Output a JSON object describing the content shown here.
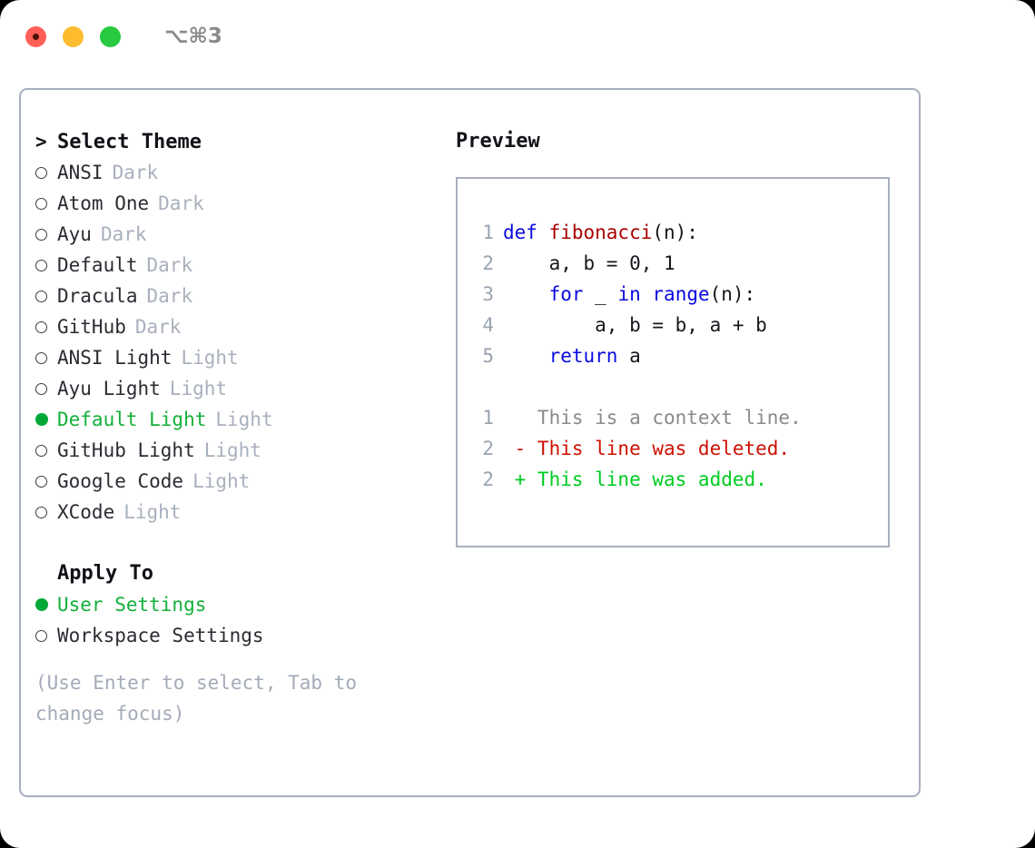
{
  "window": {
    "traffic_lights": [
      "close",
      "minimize",
      "maximize"
    ],
    "shortcut": "⌥⌘3",
    "colors": {
      "close": "#ff5f57",
      "minimize": "#fdbc2e",
      "maximize": "#27c93f",
      "selected_green": "#00a838",
      "border": "#a7aebe",
      "muted": "#a9b0bd"
    }
  },
  "theme_panel": {
    "header": {
      "marker": ">",
      "label": "Select Theme"
    },
    "items": [
      {
        "marker": "○",
        "label": "ANSI",
        "suffix": "Dark",
        "selected": false
      },
      {
        "marker": "○",
        "label": "Atom One",
        "suffix": "Dark",
        "selected": false
      },
      {
        "marker": "○",
        "label": "Ayu",
        "suffix": "Dark",
        "selected": false
      },
      {
        "marker": "○",
        "label": "Default",
        "suffix": "Dark",
        "selected": false
      },
      {
        "marker": "○",
        "label": "Dracula",
        "suffix": "Dark",
        "selected": false
      },
      {
        "marker": "○",
        "label": "GitHub",
        "suffix": "Dark",
        "selected": false
      },
      {
        "marker": "○",
        "label": "ANSI Light",
        "suffix": "Light",
        "selected": false
      },
      {
        "marker": "○",
        "label": "Ayu Light",
        "suffix": "Light",
        "selected": false
      },
      {
        "marker": "●",
        "label": "Default Light",
        "suffix": "Light",
        "selected": true
      },
      {
        "marker": "○",
        "label": "GitHub Light",
        "suffix": "Light",
        "selected": false
      },
      {
        "marker": "○",
        "label": "Google Code",
        "suffix": "Light",
        "selected": false
      },
      {
        "marker": "○",
        "label": "XCode",
        "suffix": "Light",
        "selected": false
      }
    ]
  },
  "apply_to": {
    "header": "Apply To",
    "items": [
      {
        "marker": "●",
        "label": "User Settings",
        "selected": true
      },
      {
        "marker": "○",
        "label": "Workspace Settings",
        "selected": false
      }
    ]
  },
  "hint": "(Use Enter to select, Tab to change focus)",
  "preview": {
    "title": "Preview",
    "code_lines": [
      {
        "no": "1",
        "tokens": [
          {
            "t": "def ",
            "c": "kw"
          },
          {
            "t": "fibonacci",
            "c": "fn"
          },
          {
            "t": "(n):",
            "c": "plain"
          }
        ]
      },
      {
        "no": "2",
        "tokens": [
          {
            "t": "    a, b = 0, 1",
            "c": "plain"
          }
        ]
      },
      {
        "no": "3",
        "tokens": [
          {
            "t": "    ",
            "c": "plain"
          },
          {
            "t": "for",
            "c": "kw"
          },
          {
            "t": " _ ",
            "c": "plain"
          },
          {
            "t": "in",
            "c": "kw"
          },
          {
            "t": " ",
            "c": "plain"
          },
          {
            "t": "range",
            "c": "kw"
          },
          {
            "t": "(n):",
            "c": "plain"
          }
        ]
      },
      {
        "no": "4",
        "tokens": [
          {
            "t": "        a, b = b, a + b",
            "c": "plain"
          }
        ]
      },
      {
        "no": "5",
        "tokens": [
          {
            "t": "    ",
            "c": "plain"
          },
          {
            "t": "return",
            "c": "kw"
          },
          {
            "t": " a",
            "c": "plain"
          }
        ]
      }
    ],
    "diff_lines": [
      {
        "no": "1",
        "tokens": [
          {
            "t": "   This is a context line.",
            "c": "ctx"
          }
        ]
      },
      {
        "no": "2",
        "tokens": [
          {
            "t": " - This line was deleted.",
            "c": "del"
          }
        ]
      },
      {
        "no": "2",
        "tokens": [
          {
            "t": " + This line was added.",
            "c": "add"
          }
        ]
      }
    ]
  }
}
